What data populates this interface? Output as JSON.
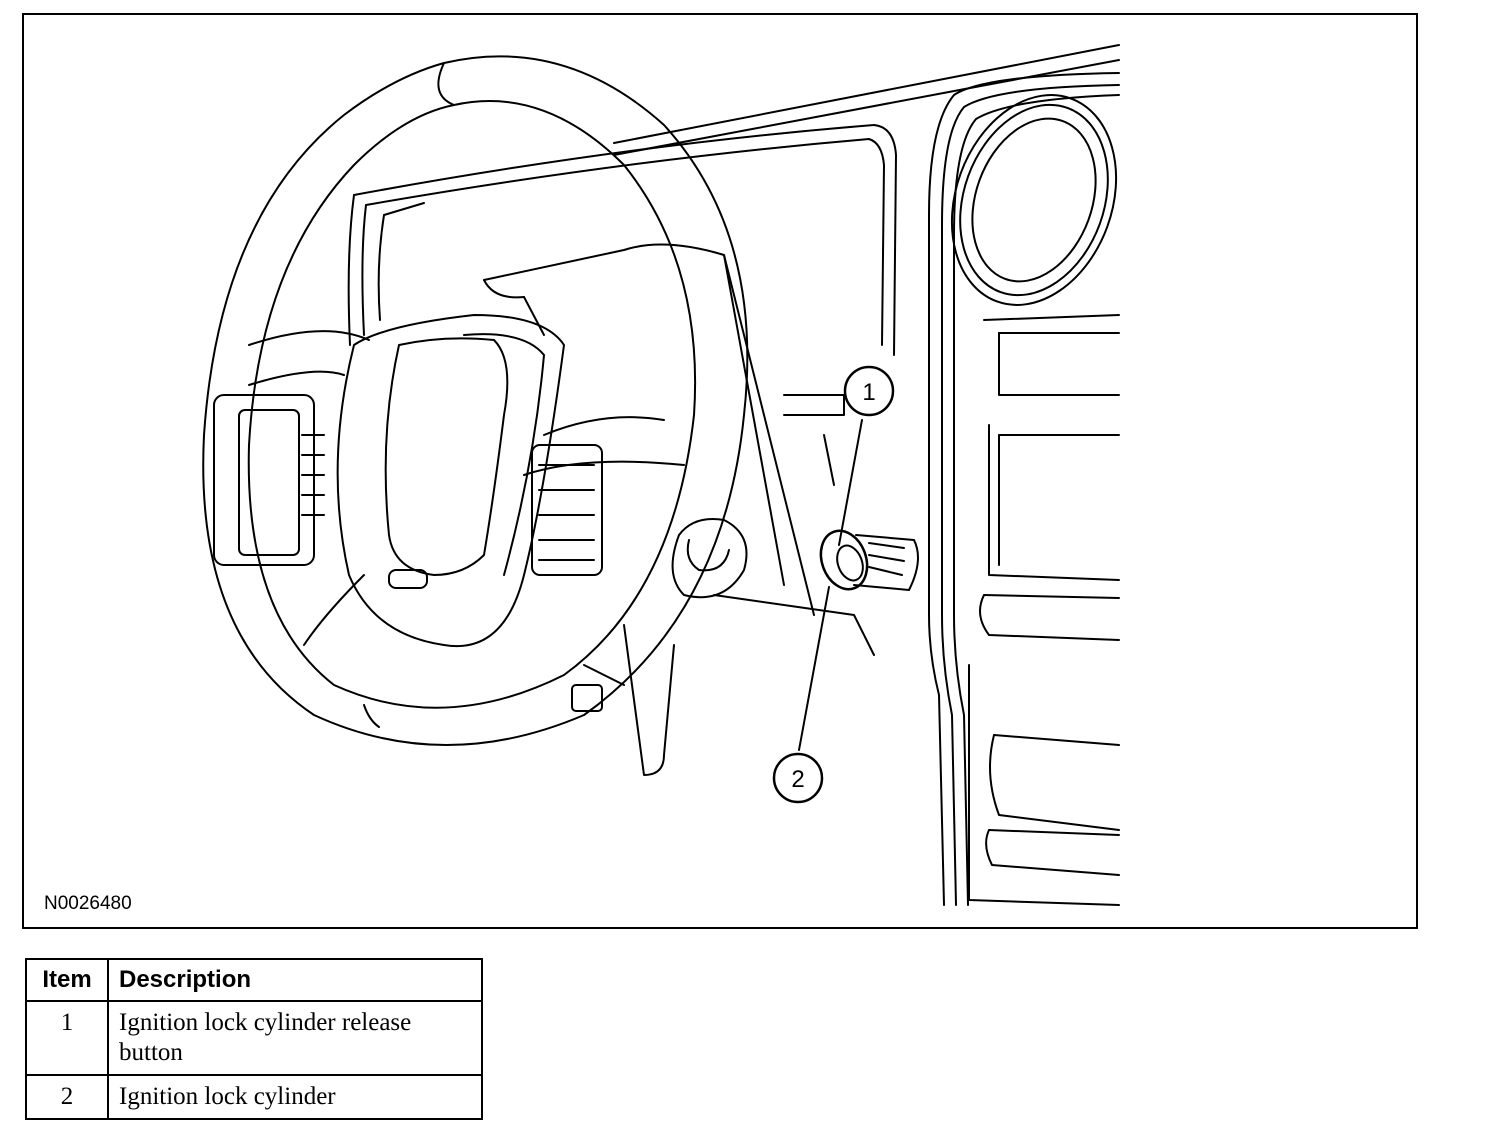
{
  "figure": {
    "figure_id": "N0026480",
    "callouts": [
      {
        "number": "1"
      },
      {
        "number": "2"
      }
    ]
  },
  "legend": {
    "headers": {
      "item": "Item",
      "description": "Description"
    },
    "rows": [
      {
        "item": "1",
        "description": "Ignition lock cylinder release button"
      },
      {
        "item": "2",
        "description": "Ignition lock cylinder"
      }
    ]
  }
}
